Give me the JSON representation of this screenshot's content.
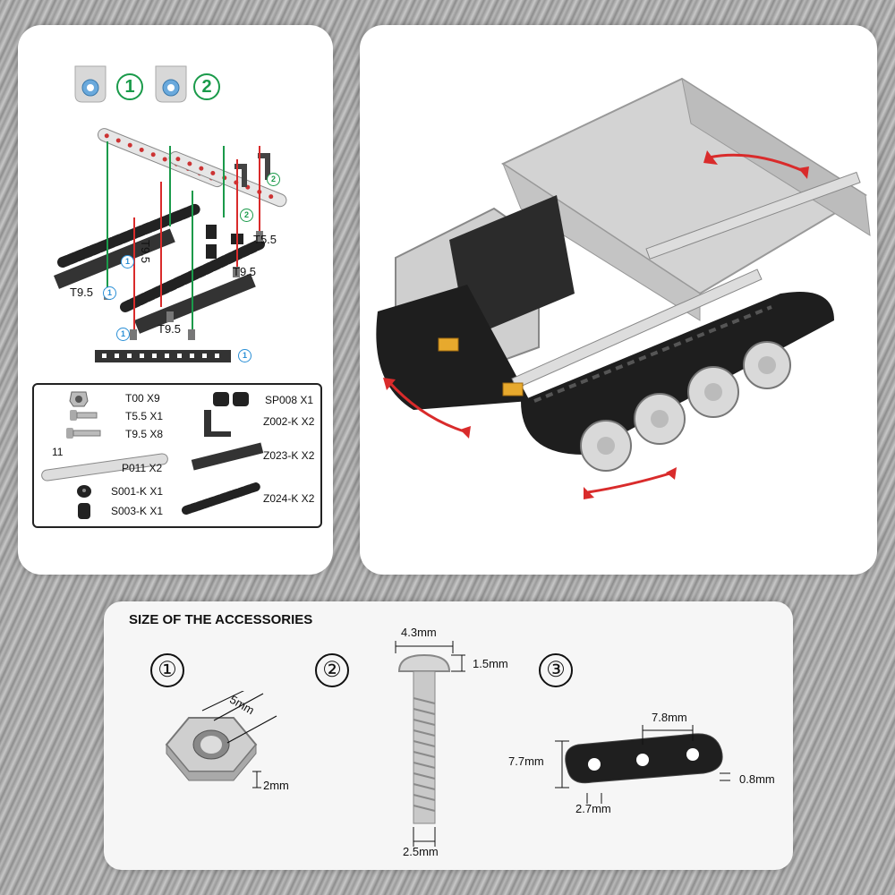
{
  "steps": {
    "one": "1",
    "two": "2"
  },
  "callouts": {
    "c1": "1",
    "c2": "2"
  },
  "part_labels": {
    "t95a": "T9.5",
    "t95b": "T9.5",
    "t95c": "T9.5",
    "t95d": "T9.5",
    "t55": "T5.5"
  },
  "parts_list": [
    {
      "label": "T00 X9"
    },
    {
      "label": "T5.5 X1"
    },
    {
      "label": "T9.5 X8"
    },
    {
      "label": "P011 X2"
    },
    {
      "label": "S001-K X1"
    },
    {
      "label": "S003-K X1"
    },
    {
      "label": "SP008 X1"
    },
    {
      "label": "Z002-K X2"
    },
    {
      "label": "Z023-K X2"
    },
    {
      "label": "Z024-K X2"
    }
  ],
  "strip_hole_count": "11",
  "accessories": {
    "title": "SIZE OF THE ACCESSORIES",
    "nums": [
      "①",
      "②",
      "③"
    ],
    "nut_width": "5mm",
    "nut_thickness": "2mm",
    "screw_head_diameter": "4.3mm",
    "screw_head_height": "1.5mm",
    "screw_shaft": "2.5mm",
    "plate_hole_spacing": "7.8mm",
    "plate_width": "7.7mm",
    "plate_thickness": "0.8mm",
    "plate_hole": "2.7mm"
  },
  "colors": {
    "green": "#1a9a4a",
    "blue": "#2a8fd6",
    "arrow_red": "#d92b2b"
  }
}
